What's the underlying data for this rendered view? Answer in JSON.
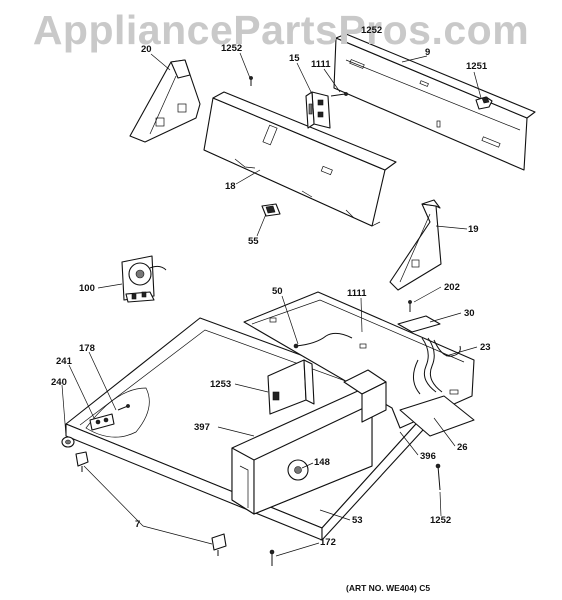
{
  "watermark": "AppliancePartsPros.com",
  "art_number": "(ART NO. WE404) C5",
  "callouts": [
    {
      "id": "c-20",
      "label": "20"
    },
    {
      "id": "c-1252-top",
      "label": "1252"
    },
    {
      "id": "c-1252-left",
      "label": "1252"
    },
    {
      "id": "c-15",
      "label": "15"
    },
    {
      "id": "c-1111-top",
      "label": "1111"
    },
    {
      "id": "c-9",
      "label": "9"
    },
    {
      "id": "c-1251",
      "label": "1251"
    },
    {
      "id": "c-18",
      "label": "18"
    },
    {
      "id": "c-55",
      "label": "55"
    },
    {
      "id": "c-19",
      "label": "19"
    },
    {
      "id": "c-100",
      "label": "100"
    },
    {
      "id": "c-50",
      "label": "50"
    },
    {
      "id": "c-1111-mid",
      "label": "1111"
    },
    {
      "id": "c-202",
      "label": "202"
    },
    {
      "id": "c-30",
      "label": "30"
    },
    {
      "id": "c-23",
      "label": "23"
    },
    {
      "id": "c-178",
      "label": "178"
    },
    {
      "id": "c-241",
      "label": "241"
    },
    {
      "id": "c-240",
      "label": "240"
    },
    {
      "id": "c-1253",
      "label": "1253"
    },
    {
      "id": "c-397",
      "label": "397"
    },
    {
      "id": "c-148",
      "label": "148"
    },
    {
      "id": "c-26",
      "label": "26"
    },
    {
      "id": "c-396",
      "label": "396"
    },
    {
      "id": "c-7",
      "label": "7"
    },
    {
      "id": "c-53",
      "label": "53"
    },
    {
      "id": "c-1252-bottom",
      "label": "1252"
    },
    {
      "id": "c-172",
      "label": "172"
    }
  ]
}
